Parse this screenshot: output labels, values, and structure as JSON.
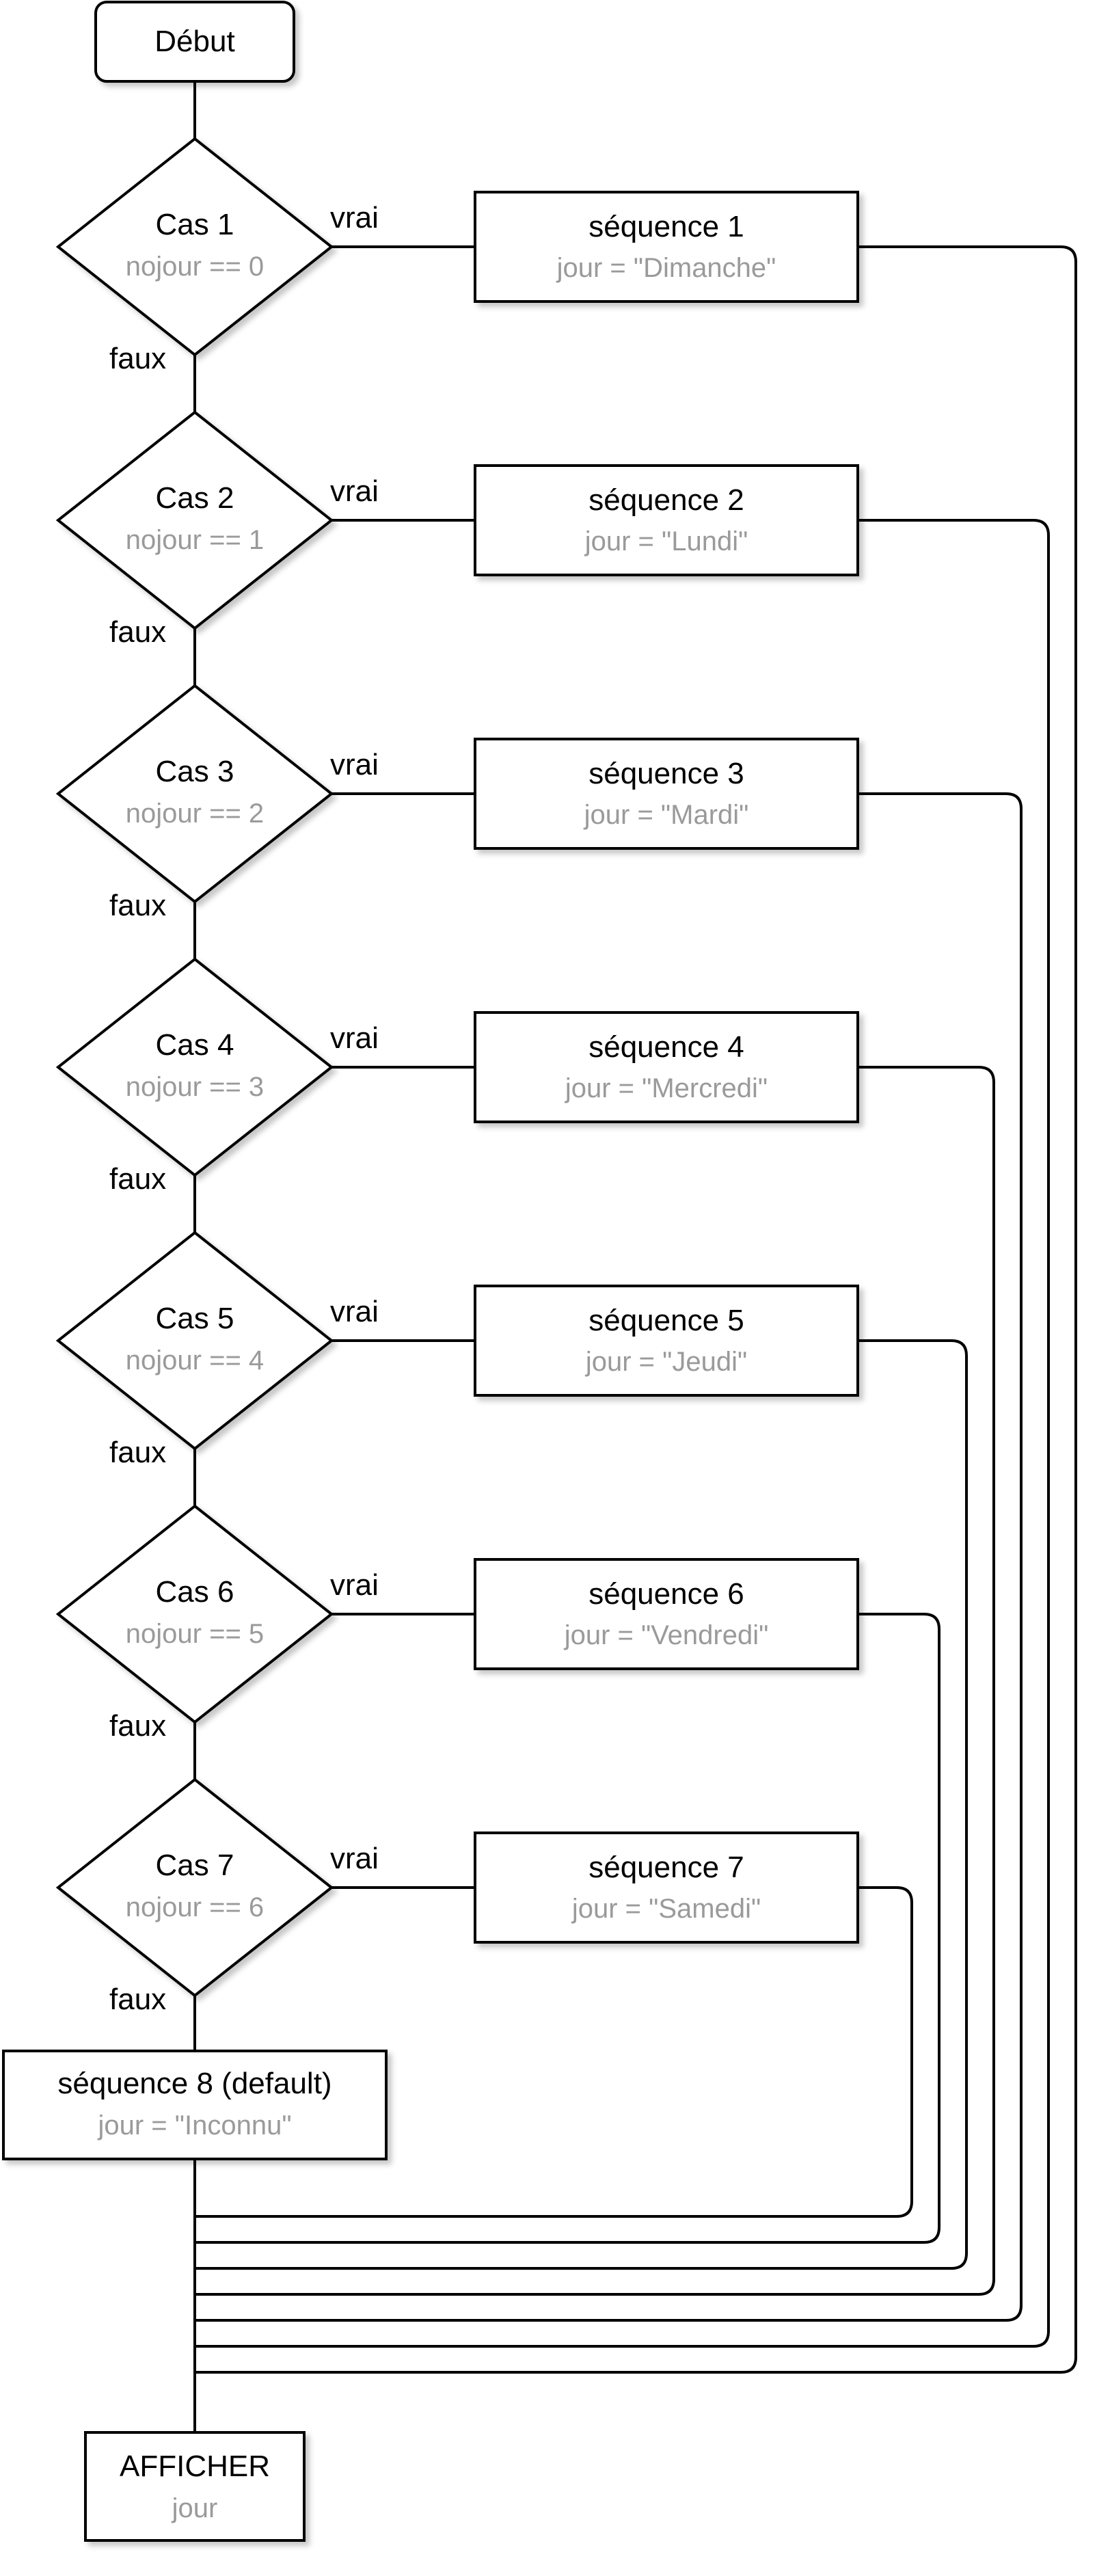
{
  "start": {
    "label": "Début"
  },
  "edge_labels": {
    "true_label": "vrai",
    "false_label": "faux"
  },
  "cases": [
    {
      "case_label": "Cas 1",
      "condition": "nojour == 0",
      "sequence_label": "séquence 1",
      "assignment": "jour =  \"Dimanche\""
    },
    {
      "case_label": "Cas 2",
      "condition": "nojour == 1",
      "sequence_label": "séquence 2",
      "assignment": "jour =  \"Lundi\""
    },
    {
      "case_label": "Cas 3",
      "condition": "nojour == 2",
      "sequence_label": "séquence 3",
      "assignment": "jour =  \"Mardi\""
    },
    {
      "case_label": "Cas 4",
      "condition": "nojour == 3",
      "sequence_label": "séquence 4",
      "assignment": "jour =  \"Mercredi\""
    },
    {
      "case_label": "Cas 5",
      "condition": "nojour == 4",
      "sequence_label": "séquence 5",
      "assignment": "jour =  \"Jeudi\""
    },
    {
      "case_label": "Cas 6",
      "condition": "nojour == 5",
      "sequence_label": "séquence 6",
      "assignment": "jour =  \"Vendredi\""
    },
    {
      "case_label": "Cas 7",
      "condition": "nojour == 6",
      "sequence_label": "séquence 7",
      "assignment": "jour =  \"Samedi\""
    }
  ],
  "default": {
    "sequence_label": "séquence 8 (default)",
    "assignment": "jour =  \"Inconnu\""
  },
  "output": {
    "label": "AFFICHER",
    "value": "jour"
  },
  "colors": {
    "stroke": "#000000",
    "main_text": "#000000",
    "secondary_text": "#9a9a9a",
    "background": "#ffffff"
  }
}
